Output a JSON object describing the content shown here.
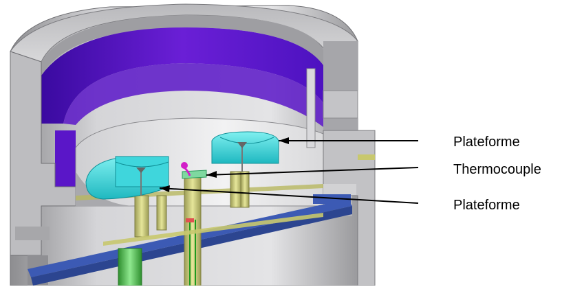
{
  "annotations": [
    {
      "text": "Plateforme"
    },
    {
      "text": "Thermocouple"
    },
    {
      "text": "Plateforme"
    }
  ],
  "colors": {
    "body_gray": "#c9c9cc",
    "body_dark": "#8e8e93",
    "ring_purple": "#6a1fd6",
    "platform_cyan": "#33d6d6",
    "thermocouple_magenta": "#d21ec8",
    "base_blue": "#3c5ab4",
    "rod_yellow": "#c8c86e",
    "tube_green": "#5ac85a",
    "leader_line": "#000000"
  },
  "icons": [
    "platform-cyan-part",
    "thermocouple-probe",
    "cryostat-cross-section"
  ]
}
